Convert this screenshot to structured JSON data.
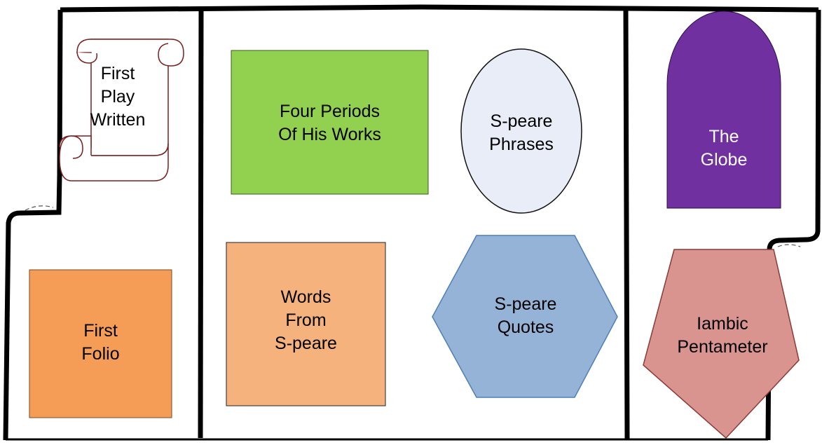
{
  "stations": {
    "first_play": {
      "label": "First\nPlay\nWritten",
      "fill": "#ffffff",
      "stroke": "#7b1f1f"
    },
    "four_periods": {
      "label": "Four Periods\nOf His Works",
      "fill": "#92d050",
      "stroke": "#3a5d1c"
    },
    "phrases": {
      "label": "S-peare\nPhrases",
      "fill": "#e8edf7",
      "stroke": "#111111"
    },
    "globe": {
      "label": "The\nGlobe",
      "fill": "#7030a0",
      "stroke": "#2b0d44"
    },
    "first_folio": {
      "label": "First\nFolio",
      "fill": "#f59d56",
      "stroke": "#7a4a22"
    },
    "words": {
      "label": "Words\nFrom\nS-peare",
      "fill": "#f6b27c",
      "stroke": "#222222"
    },
    "quotes": {
      "label": "S-peare\nQuotes",
      "fill": "#95b3d7",
      "stroke": "#4f7eb8"
    },
    "iambic": {
      "label": "Iambic\nPentameter",
      "fill": "#d99490",
      "stroke": "#8b3a36"
    }
  }
}
